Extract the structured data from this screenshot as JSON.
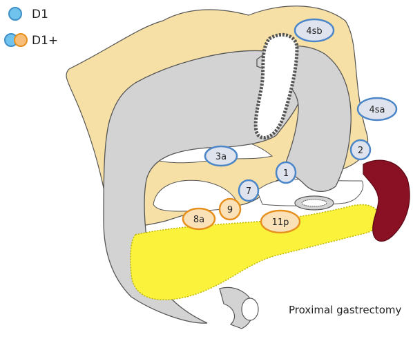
{
  "legend": [
    {
      "label": "D1",
      "color": "#6fc3ec",
      "stroke": "#3f8fc7"
    },
    {
      "label": "D1+",
      "color_primary": "#6fc3ec",
      "color_secondary": "#f7be78",
      "stroke_secondary": "#e6901d"
    }
  ],
  "caption": "Proximal gastrectomy",
  "colors": {
    "fat": "#f6e0a5",
    "stomach": "#d3d3d3",
    "pancreas": "#fbf23c",
    "spleen": "#8a1023",
    "d1_node_fill": "#dfe3ee",
    "d1_node_stroke": "#4a86c8",
    "d1plus_node_fill": "#fbe1b8",
    "d1plus_node_stroke": "#e6901d"
  },
  "nodes": [
    {
      "id": "4sb",
      "label": "4sb",
      "group": "D1"
    },
    {
      "id": "4sa",
      "label": "4sa",
      "group": "D1"
    },
    {
      "id": "2",
      "label": "2",
      "group": "D1"
    },
    {
      "id": "3a",
      "label": "3a",
      "group": "D1"
    },
    {
      "id": "1",
      "label": "1",
      "group": "D1"
    },
    {
      "id": "7",
      "label": "7",
      "group": "D1"
    },
    {
      "id": "8a",
      "label": "8a",
      "group": "D1+"
    },
    {
      "id": "9",
      "label": "9",
      "group": "D1+"
    },
    {
      "id": "11p",
      "label": "11p",
      "group": "D1+"
    }
  ]
}
